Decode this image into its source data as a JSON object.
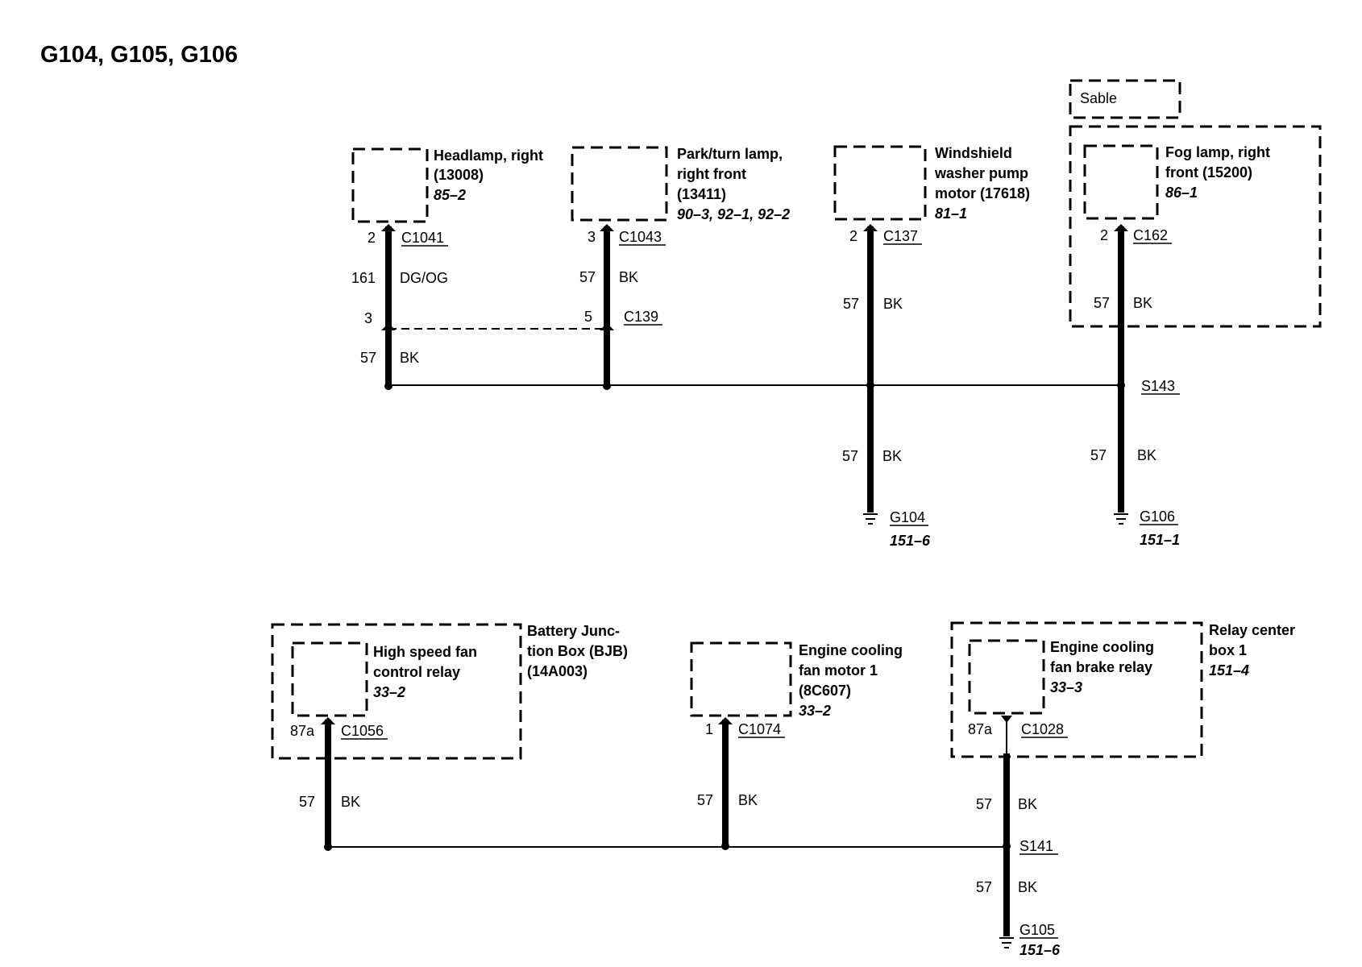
{
  "title": "G104, G105, G106",
  "variant_box_label": "Sable",
  "components": {
    "headlamp": [
      "Headlamp, right",
      "(13008)",
      "85–2"
    ],
    "park_turn": [
      "Park/turn lamp,",
      "right front",
      "(13411)",
      "90–3, 92–1, 92–2"
    ],
    "washer": [
      "Windshield",
      "washer pump",
      "motor (17618)",
      "81–1"
    ],
    "fog": [
      "Fog lamp, right",
      "front (15200)",
      "86–1"
    ],
    "bjb": [
      "Battery Junc-",
      "tion Box (BJB)",
      "(14A003)"
    ],
    "fan_relay": [
      "High speed fan",
      "control relay",
      "33–2"
    ],
    "fan_motor": [
      "Engine cooling",
      "fan motor 1",
      "(8C607)",
      "33–2"
    ],
    "brake_relay": [
      "Engine cooling",
      "fan brake relay",
      "33–3"
    ],
    "relay_box": [
      "Relay center",
      "box 1",
      "151–4"
    ]
  },
  "connectors": {
    "c1041": {
      "pin": "2",
      "id": "C1041"
    },
    "c1043": {
      "pin": "3",
      "id": "C1043"
    },
    "c137": {
      "pin": "2",
      "id": "C137"
    },
    "c162": {
      "pin": "2",
      "id": "C162"
    },
    "c139": {
      "pin_a": "3",
      "pin_b": "5",
      "id": "C139"
    },
    "c1056": {
      "pin": "87a",
      "id": "C1056"
    },
    "c1074": {
      "pin": "1",
      "id": "C1074"
    },
    "c1028": {
      "pin": "87a",
      "id": "C1028"
    }
  },
  "wires": {
    "w161": {
      "circuit": "161",
      "color": "DG/OG"
    },
    "w57": {
      "circuit": "57",
      "color": "BK"
    }
  },
  "splices": {
    "s143": "S143",
    "s141": "S141"
  },
  "grounds": {
    "g104": {
      "id": "G104",
      "ref": "151–6"
    },
    "g106": {
      "id": "G106",
      "ref": "151–1"
    },
    "g105": {
      "id": "G105",
      "ref": "151–6"
    }
  }
}
